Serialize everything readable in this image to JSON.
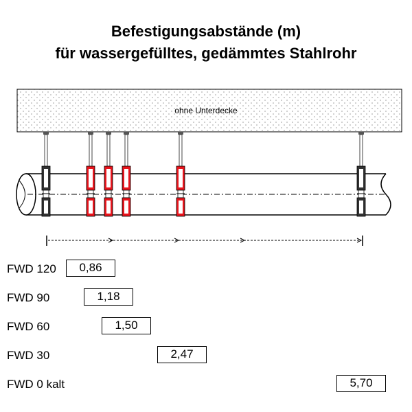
{
  "title": {
    "line1": "Befestigungsabstände (m)",
    "line2": "für wassergefülltes, gedämmtes Stahlrohr"
  },
  "ceiling": {
    "label": "ohne Unterdecke"
  },
  "rows": [
    {
      "label": "FWD 120",
      "value": "0,86"
    },
    {
      "label": "FWD 90",
      "value": "1,18"
    },
    {
      "label": "FWD 60",
      "value": "1,50"
    },
    {
      "label": "FWD 30",
      "value": "2,47"
    },
    {
      "label": "FWD 0 kalt",
      "value": "5,70"
    }
  ],
  "colors": {
    "clamp_red": "#e8141c",
    "clamp_dark": "#333333",
    "ceiling_dots": "#999999"
  }
}
